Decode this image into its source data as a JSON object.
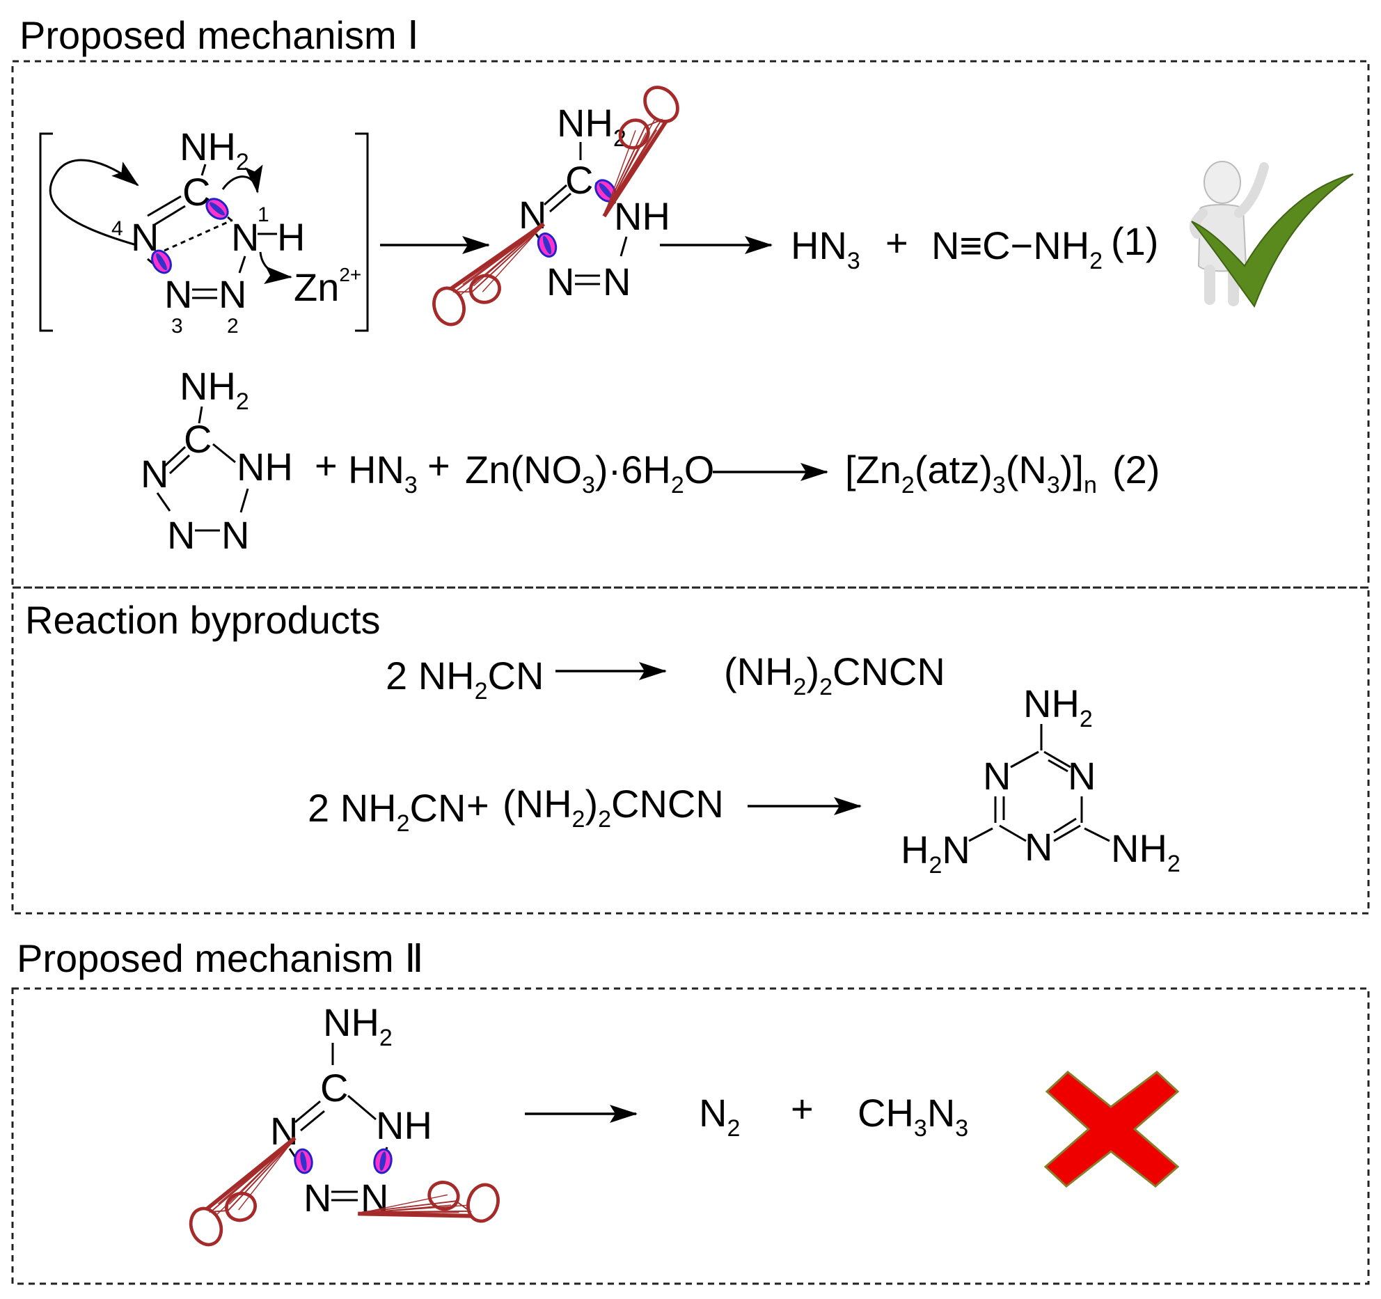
{
  "titles": {
    "mechanism_1": "Proposed mechanism Ⅰ",
    "byproducts": "Reaction byproducts",
    "mechanism_2": "Proposed mechanism Ⅱ"
  },
  "atoms": {
    "NH": "NH",
    "N": "N",
    "C": "C",
    "H": "H",
    "Zn": "Zn",
    "two": "2",
    "zn_charge": "2+",
    "pos1": "1",
    "pos2": "2",
    "pos3": "3",
    "pos4": "4"
  },
  "operators": {
    "plus": "+"
  },
  "reaction1": {
    "hn3_main": "HN",
    "hn3_sub": "3",
    "cyanamide_main": "N≡C−NH",
    "cyanamide_sub": "2",
    "label": "(1)"
  },
  "reaction2": {
    "hn3_main": "HN",
    "hn3_sub": "3",
    "salt_a": "Zn(NO",
    "salt_sub3": "3",
    "salt_b": ")·6H",
    "salt_sub2": "2",
    "salt_c": "O",
    "product_a": "[Zn",
    "product_sub2": "2",
    "product_b": "(atz)",
    "product_sub3": "3",
    "product_c": "(N",
    "product_sub3b": "3",
    "product_d": ")]",
    "product_subn": "n",
    "label": "(2)"
  },
  "byproduct1": {
    "lhs_a": "2 NH",
    "lhs_sub": "2",
    "lhs_b": "CN",
    "rhs_a": "(NH",
    "rhs_sub1": "2",
    "rhs_b": ")",
    "rhs_sub2": "2",
    "rhs_c": "CNCN"
  },
  "byproduct2": {
    "lhs_a": "2 NH",
    "lhs_sub": "2",
    "lhs_b": "CN",
    "mid_a": "(NH",
    "mid_sub1": "2",
    "mid_b": ")",
    "mid_sub2": "2",
    "mid_c": "CNCN",
    "melamine_h2n_a": "H",
    "melamine_h2n_sub": "2",
    "melamine_h2n_b": "N"
  },
  "mechanism2": {
    "n2_main": "N",
    "n2_sub": "2",
    "ch3n3_a": "CH",
    "ch3n3_sub1": "3",
    "ch3n3_b": "N",
    "ch3n3_sub2": "3"
  },
  "colors": {
    "scissors": "#a52a2a",
    "ellipse_fill": "#ff33cc",
    "ellipse_edge": "#2222cc",
    "check": "#5a8a1e",
    "cross": "#ee0000",
    "cross_edge": "#8a7a2a",
    "box_stroke": "#222222"
  },
  "icons": [
    "curved-arrow-icon",
    "scissors-icon",
    "checkmark-icon",
    "person-figure-icon",
    "cross-icon"
  ]
}
